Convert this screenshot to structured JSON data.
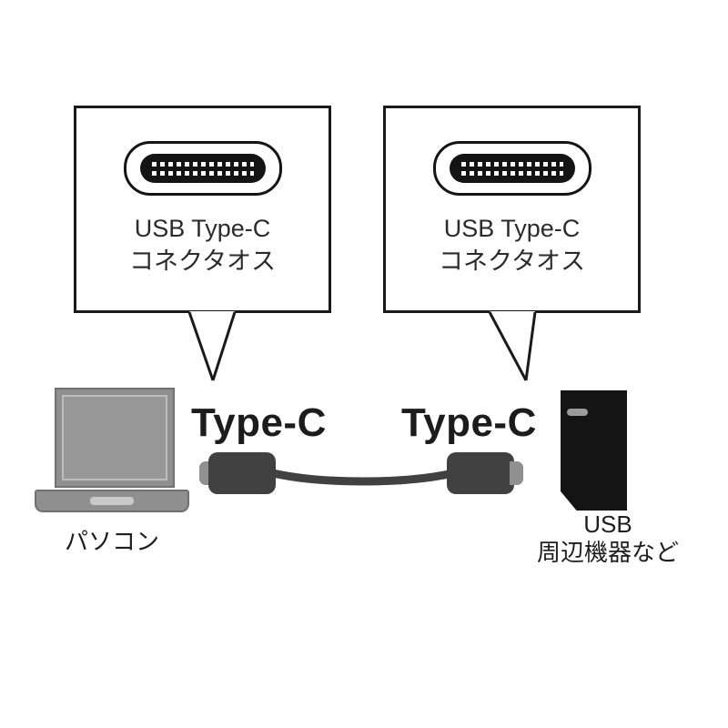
{
  "diagram": {
    "callouts": [
      {
        "line1": "USB Type-C",
        "line2": "コネクタオス"
      },
      {
        "line1": "USB Type-C",
        "line2": "コネクタオス"
      }
    ],
    "cable": {
      "left_label": "Type-C",
      "right_label": "Type-C"
    },
    "devices": {
      "laptop_label": "パソコン",
      "peripheral_label_line1": "USB",
      "peripheral_label_line2": "周辺機器など"
    },
    "colors": {
      "outline": "#1a1a1a",
      "text": "#2b2b2b",
      "laptop_gray": "#8f8f8f",
      "plug_dark": "#414141",
      "plug_tip_gray": "#909090",
      "device_black": "#141414",
      "background": "#ffffff"
    }
  }
}
